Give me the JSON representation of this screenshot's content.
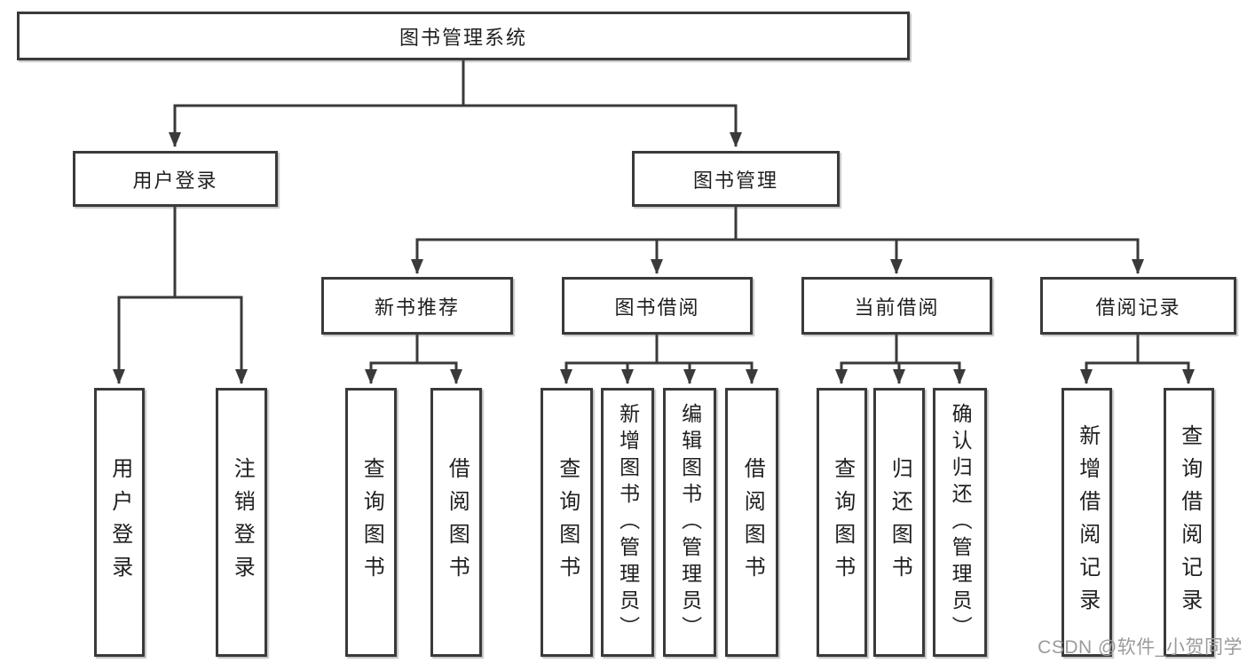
{
  "diagram": {
    "root": {
      "label": "图书管理系统"
    },
    "level2": {
      "user_login": {
        "label": "用户登录"
      },
      "book_management": {
        "label": "图书管理"
      }
    },
    "level3": {
      "new_book_recommend": {
        "label": "新书推荐"
      },
      "book_borrowing": {
        "label": "图书借阅"
      },
      "current_borrowing": {
        "label": "当前借阅"
      },
      "borrowing_records": {
        "label": "借阅记录"
      }
    },
    "leaves": {
      "user_login_leaf": {
        "label": "用户登录"
      },
      "logout": {
        "label": "注销登录"
      },
      "nb_query_books": {
        "label": "查询图书"
      },
      "nb_borrow_books": {
        "label": "借阅图书"
      },
      "bb_query_books": {
        "label": "查询图书"
      },
      "bb_add_books_admin": {
        "label": "新增图书（管理员）"
      },
      "bb_edit_books_admin": {
        "label": "编辑图书（管理员）"
      },
      "bb_borrow_books": {
        "label": "借阅图书"
      },
      "cb_query_books": {
        "label": "查询图书"
      },
      "cb_return_books": {
        "label": "归还图书"
      },
      "cb_confirm_return_admin": {
        "label": "确认归还（管理员）"
      },
      "br_add_record": {
        "label": "新增借阅记录"
      },
      "br_query_record": {
        "label": "查询借阅记录"
      }
    },
    "watermark": "CSDN @软件_小贺同学",
    "colors": {
      "line": "#3a3a3a",
      "border": "#3a3a3a",
      "box_bg": "#ffffff",
      "text": "#1f1f1f",
      "watermark": "#9b9b9b"
    }
  }
}
